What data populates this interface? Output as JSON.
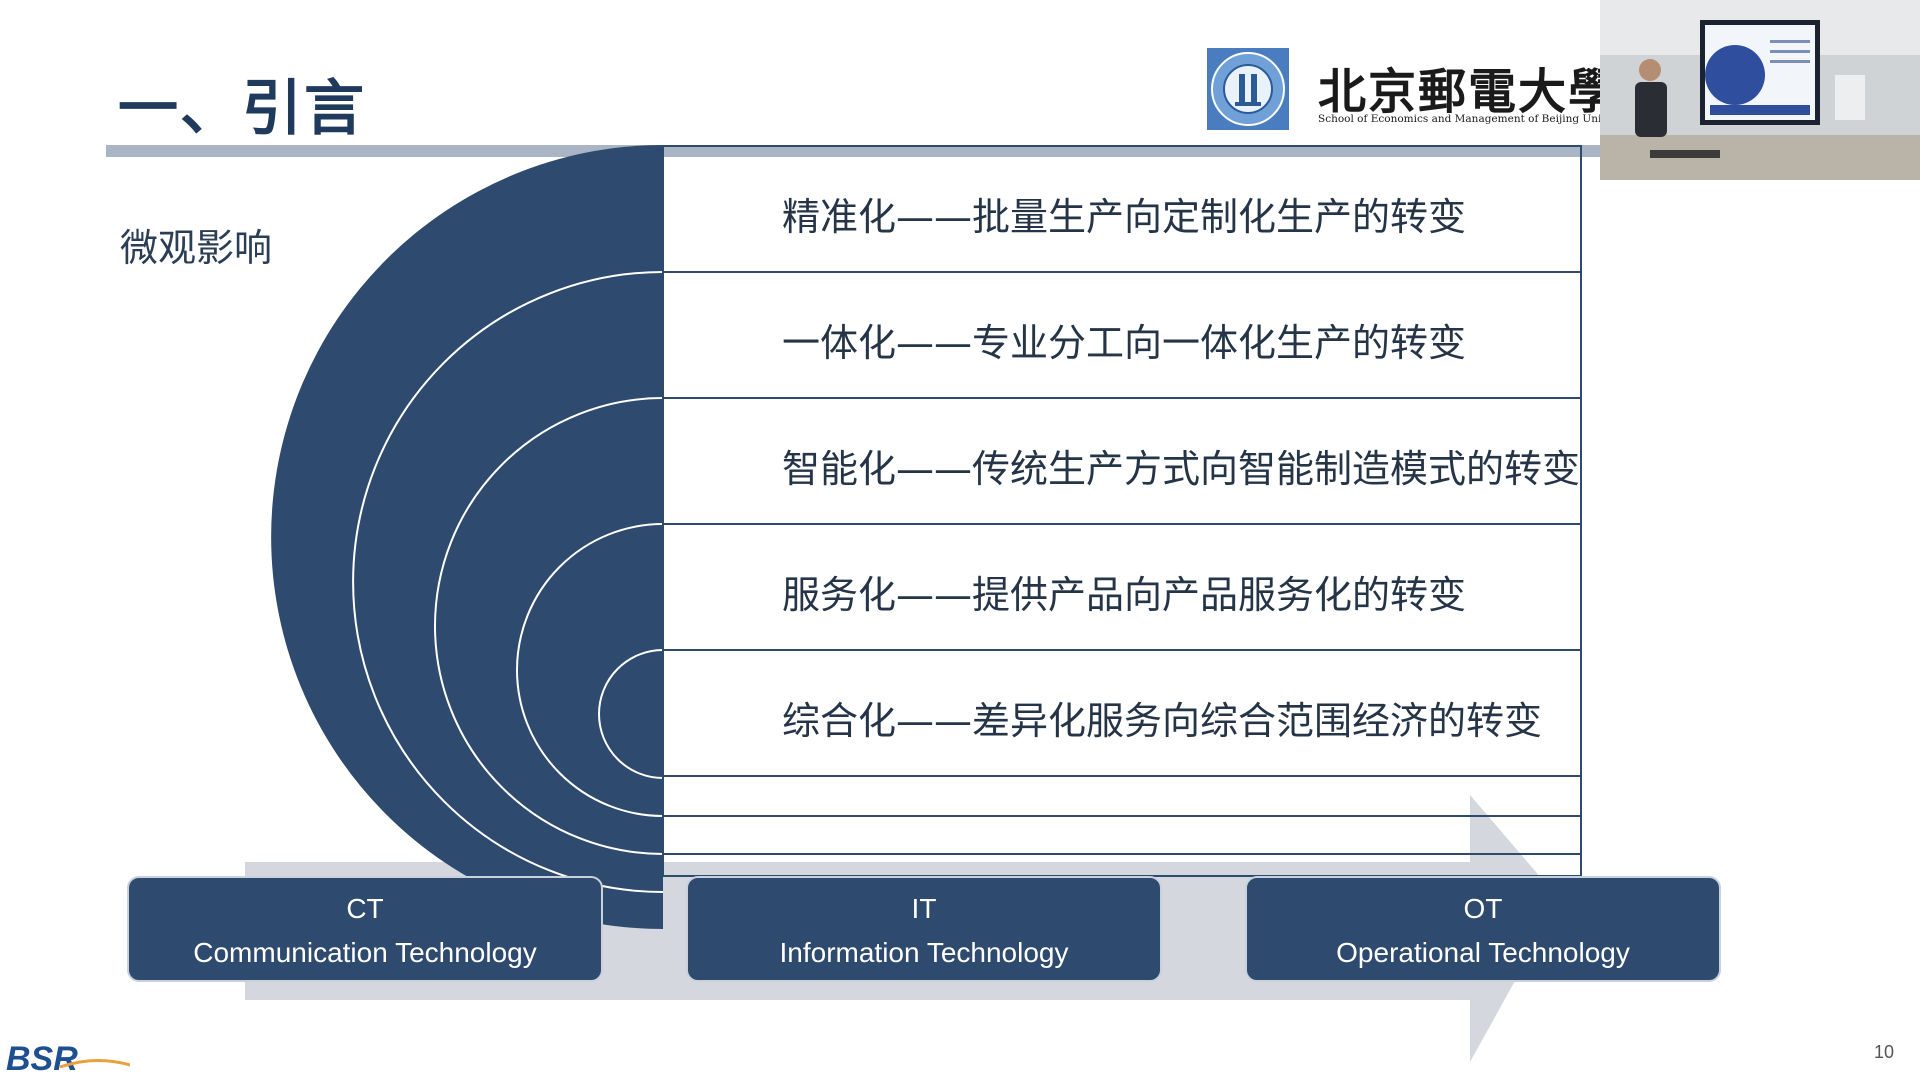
{
  "slide": {
    "title": "一、引言",
    "subtitle": "微观影响",
    "page_number": "10"
  },
  "logo": {
    "cn_name": "北京郵電大學經濟",
    "en_name": "School of Economics and Management of Beijing University"
  },
  "rows": [
    {
      "label": "精准化——批量生产向定制化生产的转变"
    },
    {
      "label": "一体化——专业分工向一体化生产的转变"
    },
    {
      "label": "智能化——传统生产方式向智能制造模式的转变"
    },
    {
      "label": "服务化——提供产品向产品服务化的转变"
    },
    {
      "label": "综合化——差异化服务向综合范围经济的转变"
    }
  ],
  "tech": [
    {
      "abbr": "CT",
      "full": "Communication Technology"
    },
    {
      "abbr": "IT",
      "full": "Information Technology"
    },
    {
      "abbr": "OT",
      "full": "Operational Technology"
    }
  ],
  "footer": {
    "brand": "BSR"
  },
  "colors": {
    "navy": "#2e4a6e",
    "title_bar": "#a9b4c4",
    "arrow": "#d4d8de"
  }
}
